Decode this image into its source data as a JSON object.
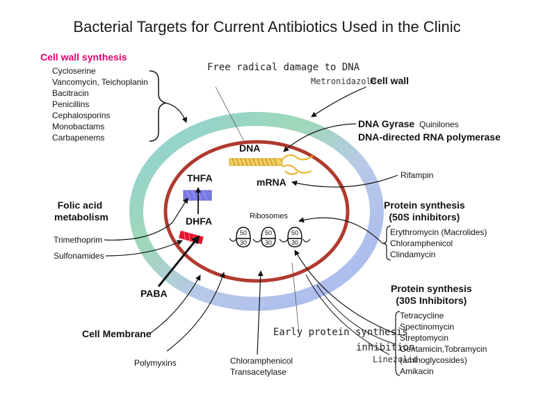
{
  "title": "Bacterial Targets for Current Antibiotics Used in the Clinic",
  "colors": {
    "cell_wall_heading": "#e0006e",
    "membrane": "#b03a2e",
    "thfa_bar": "#7b7be6",
    "dhfa_bar": "#e8112d",
    "dna_helix": "#e0b020"
  },
  "cell_wall_synthesis": {
    "heading": "Cell wall synthesis",
    "drugs": [
      "Cycloserine",
      "Vancomycin, Teichoplanin",
      "Bacitracin",
      "Penicillins",
      "Cephalosporins",
      "Monobactams",
      "Carbapenems"
    ]
  },
  "free_radical": "Free radical damage to DNA",
  "metronidazole": "Metronidazole",
  "cell_wall": "Cell wall",
  "dna_gyrase": "DNA Gyrase",
  "quinolones": "Quinilones",
  "dna_directed": "DNA-directed RNA polymerase",
  "dna": "DNA",
  "mrna": "mRNA",
  "rifampin": "Rifampin",
  "thfa": "THFA",
  "dhfa": "DHFA",
  "paba": "PABA",
  "folic_acid": [
    "Folic acid",
    "metabolism"
  ],
  "trimethoprim": "Trimethoprim",
  "sulfonamides": "Sulfonamides",
  "ribosomes": {
    "label": "Ribosomes",
    "units": [
      {
        "top": "50",
        "bottom": "30"
      },
      {
        "top": "50",
        "bottom": "30"
      },
      {
        "top": "50",
        "bottom": "30"
      }
    ]
  },
  "protein_50s": {
    "heading": [
      "Protein synthesis",
      "(50S inhibitors)"
    ],
    "drugs": [
      "Erythromycin (Macrolides)",
      "Chloramphenicol",
      "Clindamycin"
    ]
  },
  "protein_30s": {
    "heading": [
      "Protein synthesis",
      "(30S Inhibitors)"
    ],
    "drugs": [
      "Tetracycline",
      "Spectinomycin",
      "Streptomycin",
      "Gentamicin,Tobramycin",
      "(aminoglycosides)",
      "Amikacin"
    ]
  },
  "early_protein": [
    "Early protein synthesis",
    "inhibition"
  ],
  "linezolid": "Linezolid",
  "cell_membrane": "Cell Membrane",
  "polymyxins": "Polymyxins",
  "chloramphenicol_trans": [
    "Chloramphenicol",
    "Transacetylase"
  ]
}
